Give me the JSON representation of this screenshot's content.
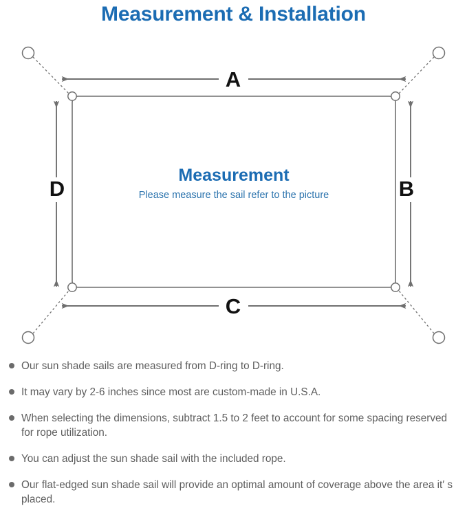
{
  "title": "Measurement & Installation",
  "diagram": {
    "sail": {
      "center_heading": "Measurement",
      "center_subtitle": "Please measure the sail refer to the picture"
    },
    "dimension_labels": {
      "top": "A",
      "right": "B",
      "bottom": "C",
      "left": "D"
    },
    "icon_names": {
      "anchor_point": "anchor-circle-icon",
      "d_ring": "d-ring-icon",
      "rope": "dashed-rope-line",
      "arrow": "dimension-arrow"
    },
    "colors": {
      "title_blue": "#1b6cb3",
      "subtitle_blue": "#2b73ad",
      "line_gray": "#6f6f6f",
      "label_black": "#111111",
      "note_gray": "#5d5d5d",
      "bullet_gray": "#6b6b6b"
    }
  },
  "notes": [
    {
      "text": "Our sun shade sails are measured from D-ring to D-ring."
    },
    {
      "text": "It may vary by 2-6 inches since most are custom-made in U.S.A."
    },
    {
      "text": "When selecting the dimensions, subtract 1.5 to 2 feet to account for some spacing reserved for rope utilization."
    },
    {
      "text": "You can adjust the sun shade sail with the included rope."
    },
    {
      "text": "Our flat-edged sun shade sail will provide an optimal amount of coverage above the area it′ s placed."
    }
  ]
}
